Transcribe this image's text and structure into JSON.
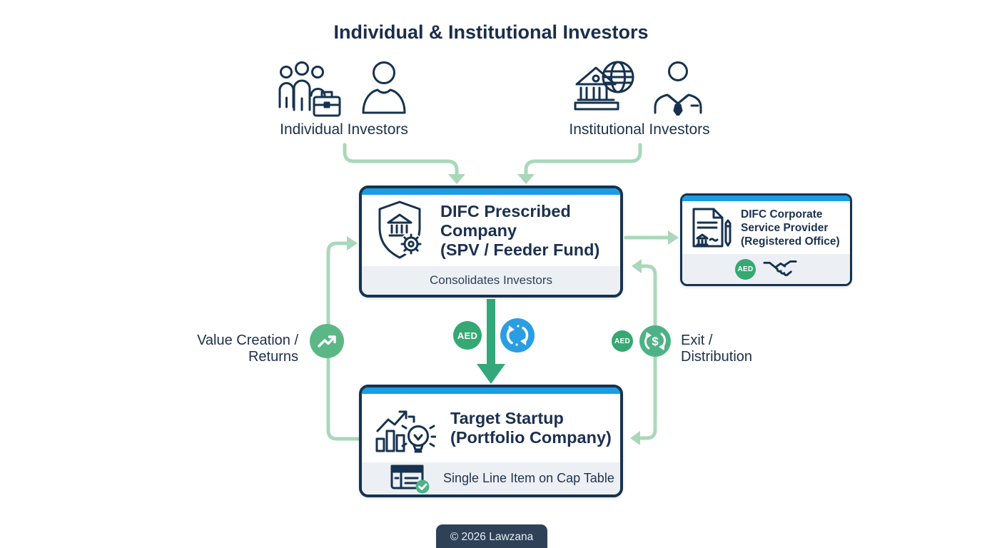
{
  "header": {
    "title": "Individual & Institutional Investors"
  },
  "investors": {
    "individual": {
      "label": "Individual Investors",
      "icons": [
        "people-group-briefcase-icon",
        "person-icon"
      ]
    },
    "institutional": {
      "label": "Institutional Investors",
      "icons": [
        "bank-globe-icon",
        "businessman-icon"
      ]
    }
  },
  "spv_box": {
    "title_line1": "DIFC Prescribed",
    "title_line2": "Company",
    "title_line3": "(SPV / Feeder Fund)",
    "footer": "Consolidates Investors",
    "icon": "shield-bank-gear-icon"
  },
  "csp_box": {
    "title_line1": "DIFC Corporate",
    "title_line2": "Service Provider",
    "title_line3": "(Registered Office)",
    "badge": "AED",
    "icon": "document-pen-icon",
    "footer_icon": "handshake-icon"
  },
  "target_box": {
    "title_line1": "Target Startup",
    "title_line2": "(Portfolio Company)",
    "footer": "Single Line Item on Cap Table",
    "icon": "growth-lightbulb-icon",
    "footer_icon": "cap-table-check-icon"
  },
  "flow_labels": {
    "value_creation_line1": "Value Creation /",
    "value_creation_line2": "Returns",
    "exit_line1": "Exit /",
    "exit_line2": "Distribution",
    "aed_badge": "AED"
  },
  "footer": {
    "copyright": "© 2026 Lawzana"
  },
  "colors": {
    "navy_border": "#16324f",
    "accent_blue_bar": "#1b9ce3",
    "connector_light_green": "#a9d7ba",
    "arrow_strong_green": "#33a87a",
    "aed_badge_green": "#36a873",
    "trend_circle_green": "#5cb787",
    "refresh_circle_blue": "#2a9de3",
    "strip_gray": "#ecf0f5",
    "footer_pill_navy": "#2e4157"
  }
}
